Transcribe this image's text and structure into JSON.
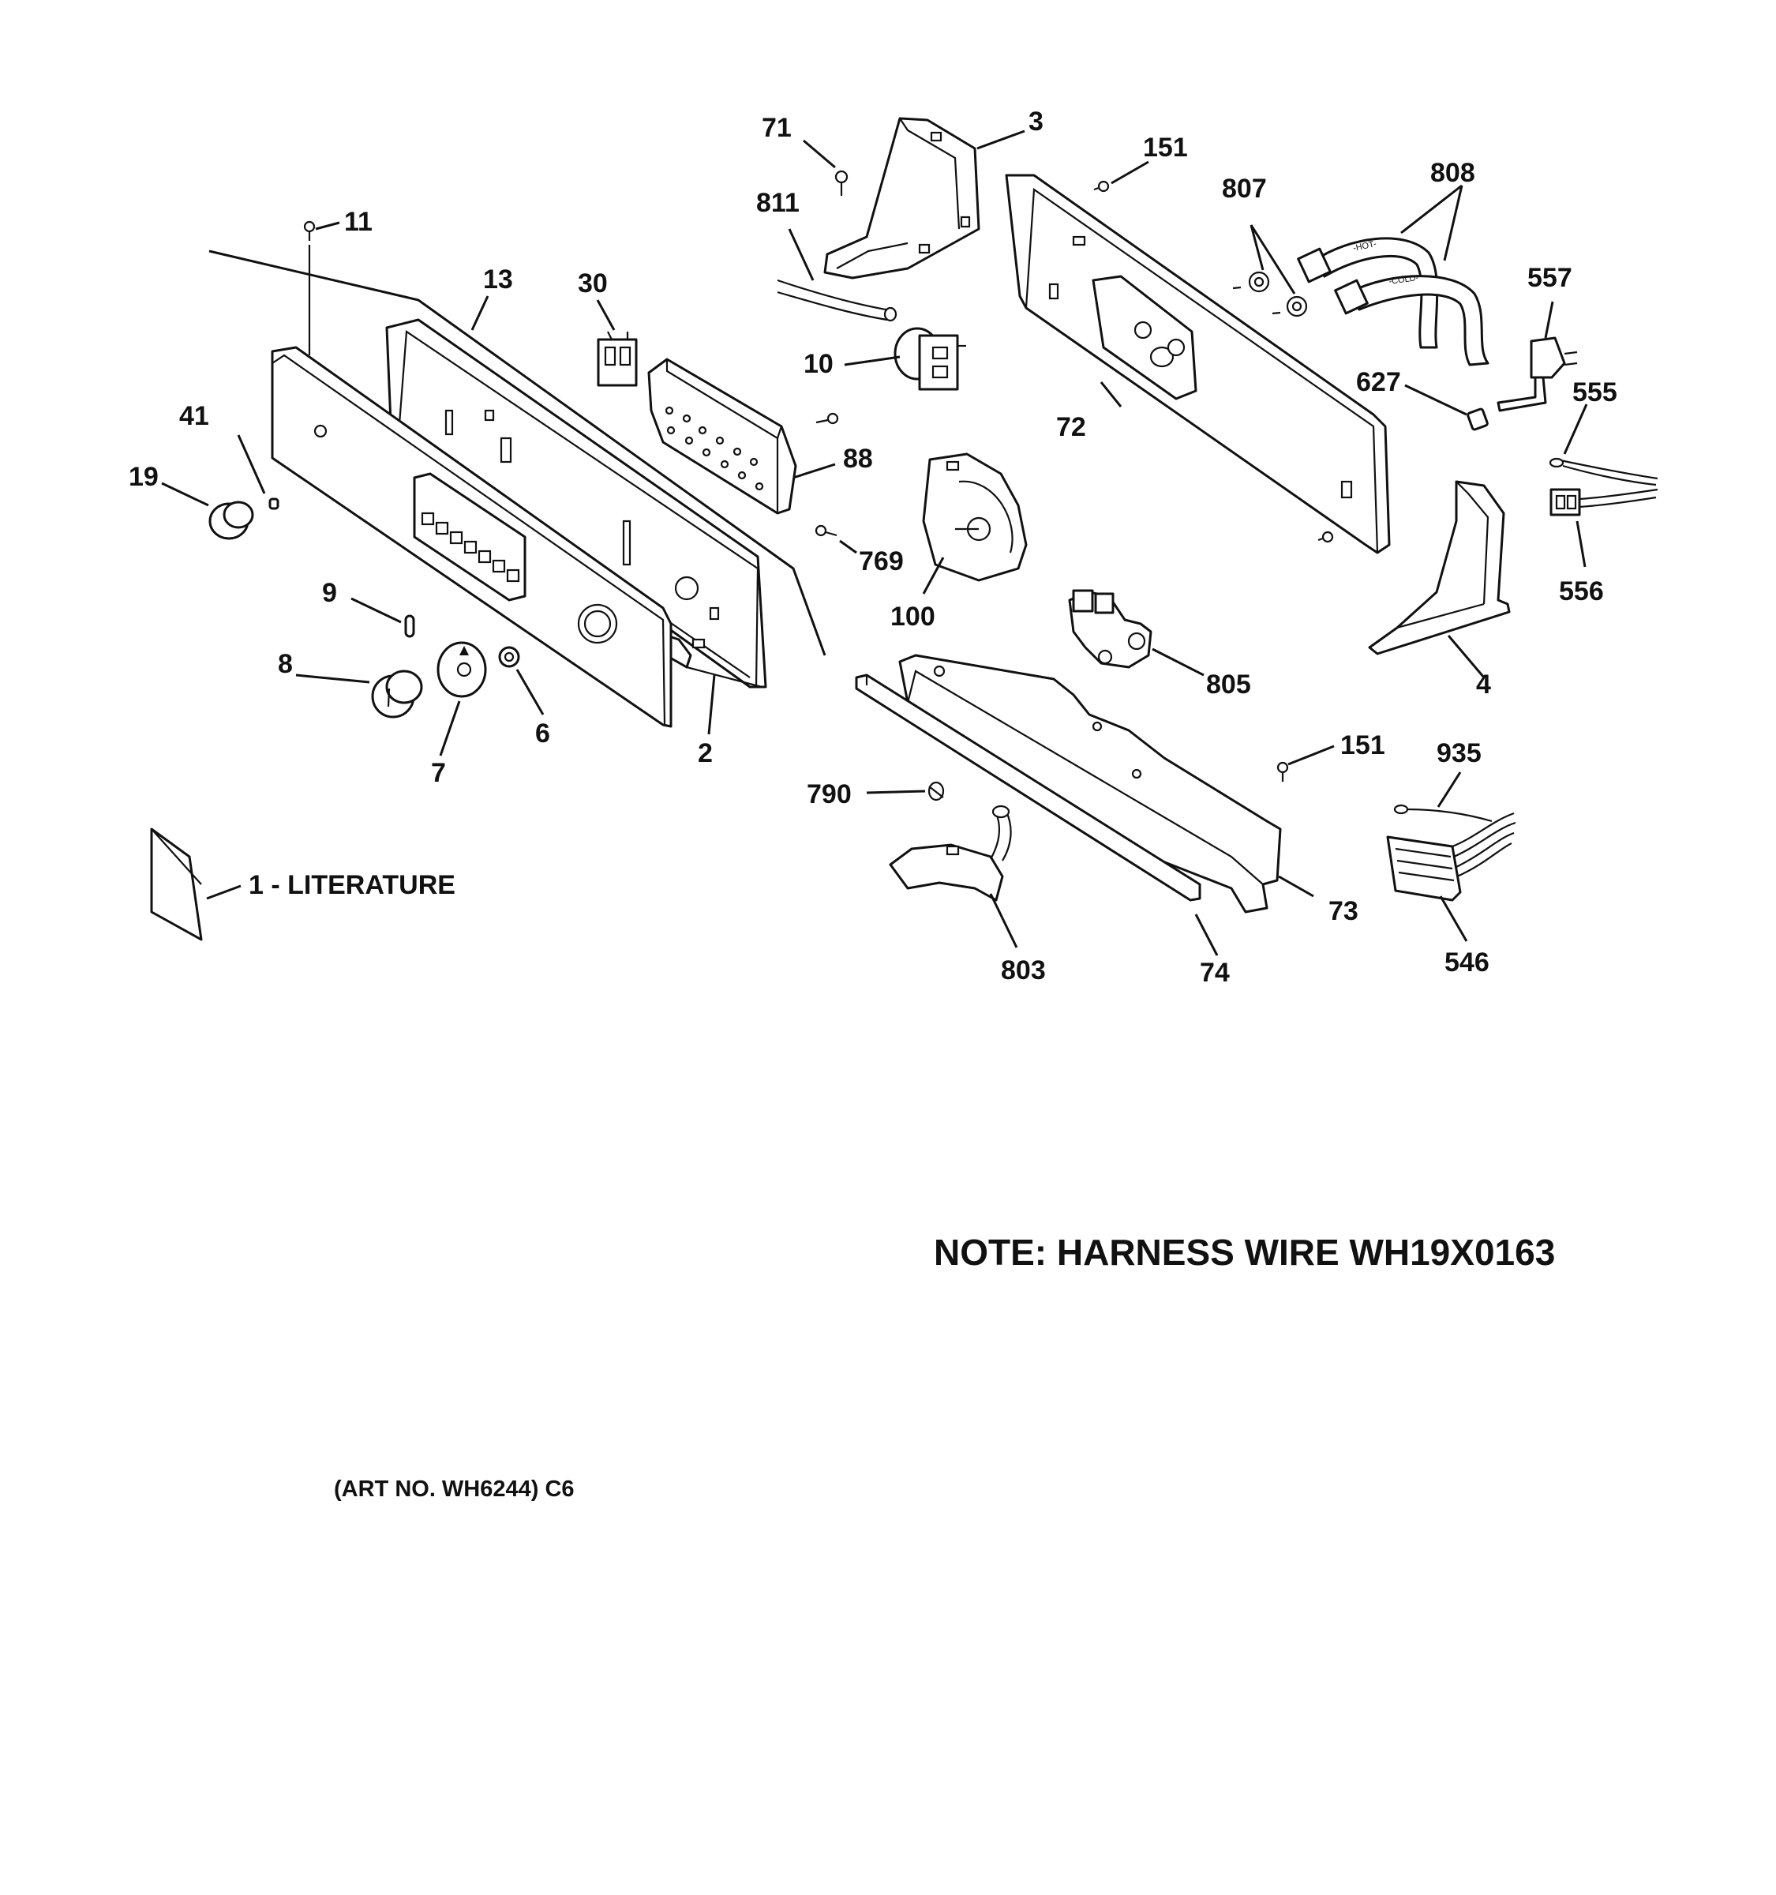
{
  "labels": {
    "p71": "71",
    "p3": "3",
    "p151a": "151",
    "p807": "807",
    "p808": "808",
    "p811": "811",
    "p11": "11",
    "p13": "13",
    "p30": "30",
    "p557": "557",
    "p10": "10",
    "p627": "627",
    "p555": "555",
    "p72": "72",
    "p41": "41",
    "p88": "88",
    "p19": "19",
    "p769": "769",
    "p556": "556",
    "p100": "100",
    "p9": "9",
    "p8": "8",
    "p805": "805",
    "p4": "4",
    "p6": "6",
    "p2": "2",
    "p7": "7",
    "p151b": "151",
    "p935": "935",
    "p790": "790",
    "p73": "73",
    "p803": "803",
    "p74": "74",
    "p546": "546"
  },
  "literature_label": "1 - LITERATURE",
  "hose_labels": {
    "hot": "-HOT-",
    "cold": "-COLD-"
  },
  "note": "NOTE: HARNESS WIRE WH19X0163",
  "art_number": "(ART NO. WH6244) C6"
}
